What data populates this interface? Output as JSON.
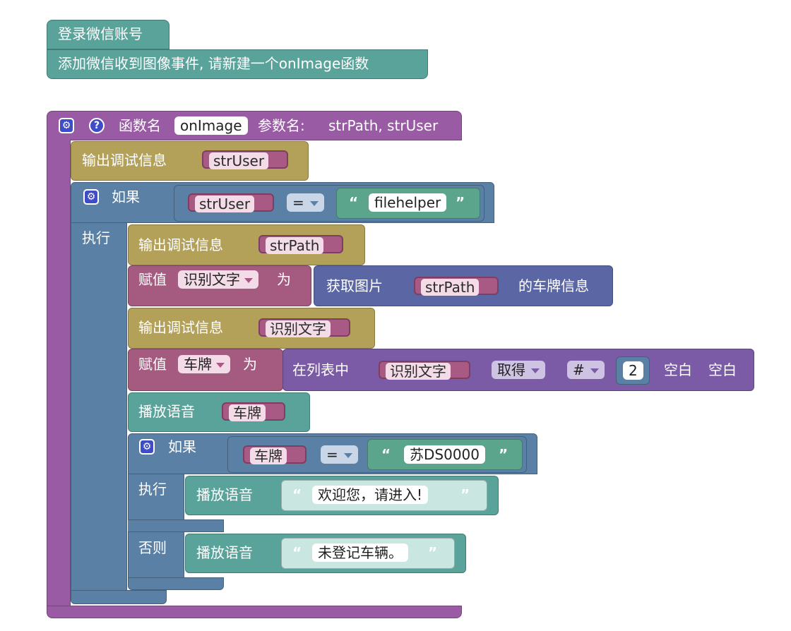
{
  "top": {
    "login_label": "登录微信账号",
    "image_event_label": "添加微信收到图像事件, 请新建一个onImage函数"
  },
  "func": {
    "name_label": "函数名",
    "name_value": "onImage",
    "params_label": "参数名:",
    "params_value": "strPath, strUser"
  },
  "debug1": {
    "label": "输出调试信息",
    "var": "strUser"
  },
  "if1": {
    "if_label": "如果",
    "var": "strUser",
    "op": "=",
    "text": "filehelper",
    "do_label": "执行"
  },
  "debug2": {
    "label": "输出调试信息",
    "var": "strPath"
  },
  "assign1": {
    "assign_label": "赋值",
    "var": "识别文字",
    "as_label": "为",
    "call_label": "获取图片",
    "call_arg": "strPath",
    "call_suffix": "的车牌信息"
  },
  "debug3": {
    "label": "输出调试信息",
    "var": "识别文字"
  },
  "assign2": {
    "assign_label": "赋值",
    "var": "车牌",
    "as_label": "为",
    "list_label": "在列表中",
    "list_var": "识别文字",
    "get_op": "取得",
    "index_op": "#",
    "index_value": "2",
    "trim1": "空白",
    "trim2": "空白"
  },
  "play1": {
    "label": "播放语音",
    "var": "车牌"
  },
  "if2": {
    "if_label": "如果",
    "var": "车牌",
    "op": "=",
    "text": "苏DS0000",
    "do_label": "执行",
    "else_label": "否则"
  },
  "play2": {
    "label": "播放语音",
    "text": "欢迎您，请进入!"
  },
  "play3": {
    "label": "播放语音",
    "text": "未登记车辆。"
  },
  "quotes": {
    "open": "“",
    "close": "”"
  },
  "colors": {
    "teal": "#5aa39a",
    "purple": "#9a5ba5",
    "gold": "#b3a15a",
    "slate": "#5b80a5",
    "pink": "#a55b80",
    "indigo": "#5b67a5",
    "green": "#5ba58c",
    "string_bg": "#5ba58c",
    "text_field_bg": "#ffffff"
  }
}
